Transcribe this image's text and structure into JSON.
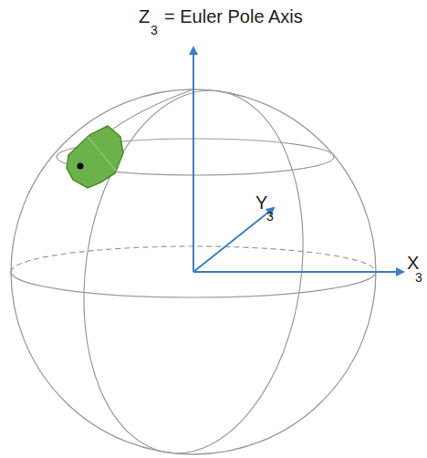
{
  "diagram": {
    "labels": [
      "Z",
      "3",
      "= Euler Pole Axis",
      "Y",
      "3",
      "X",
      "3"
    ]
  }
}
